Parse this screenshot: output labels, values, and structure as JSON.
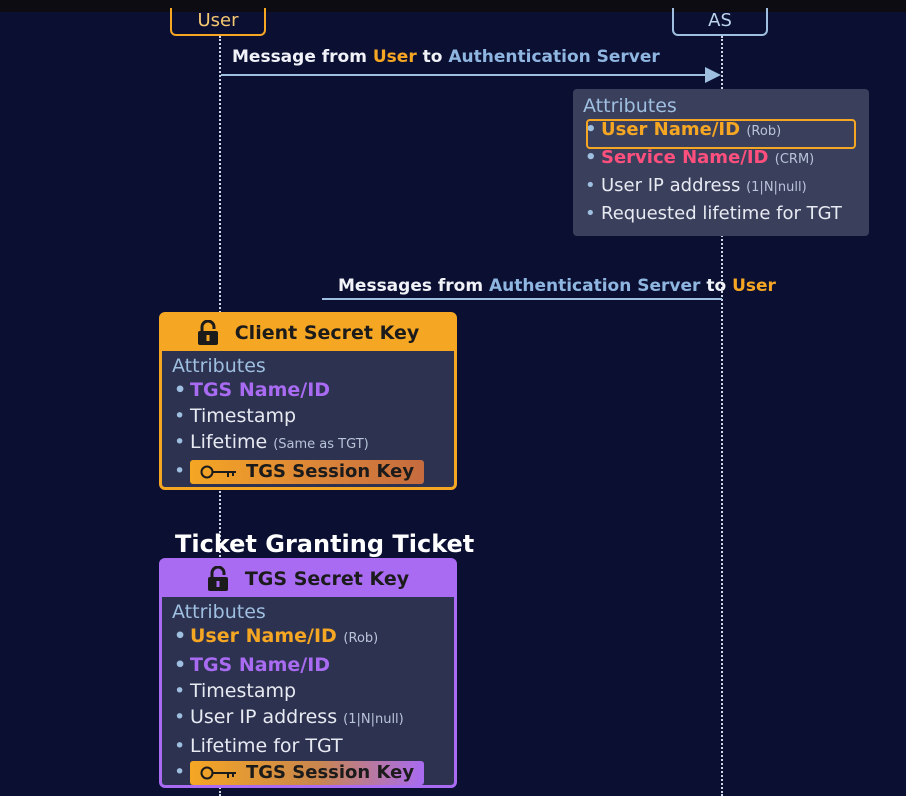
{
  "actors": {
    "user": "User",
    "as": "AS"
  },
  "message1": {
    "prefix": "Message from ",
    "from": "User",
    "mid": " to ",
    "to": "Authentication Server"
  },
  "message2": {
    "prefix": "Messages from ",
    "from": "Authentication Server",
    "mid": " to ",
    "to": "User"
  },
  "as_attributes": {
    "title": "Attributes",
    "items": [
      {
        "label": "User Name/ID",
        "note": "(Rob)"
      },
      {
        "label": "Service Name/ID",
        "note": "(CRM)"
      },
      {
        "label": "User IP address",
        "note": "(1|N|null)"
      },
      {
        "label": "Requested lifetime for TGT",
        "note": ""
      }
    ]
  },
  "client_key": {
    "header": "Client Secret Key",
    "title": "Attributes",
    "items": [
      {
        "label": "TGS Name/ID",
        "note": ""
      },
      {
        "label": "Timestamp",
        "note": ""
      },
      {
        "label": "Lifetime",
        "note": "(Same as TGT)"
      },
      {
        "label": "TGS Session Key",
        "note": ""
      }
    ]
  },
  "tgt": {
    "title": "Ticket Granting Ticket",
    "header": "TGS Secret Key",
    "attr_title": "Attributes",
    "items": [
      {
        "label": "User Name/ID",
        "note": "(Rob)"
      },
      {
        "label": "TGS Name/ID",
        "note": ""
      },
      {
        "label": "Timestamp",
        "note": ""
      },
      {
        "label": "User IP address",
        "note": "(1|N|null)"
      },
      {
        "label": "Lifetime for TGT",
        "note": ""
      },
      {
        "label": "TGS Session Key",
        "note": ""
      }
    ]
  },
  "colors": {
    "background": "#0b1033",
    "user": "#f5a623",
    "as": "#8fb6e0",
    "purple": "#a86bf2",
    "pink": "#ff4f7d"
  }
}
